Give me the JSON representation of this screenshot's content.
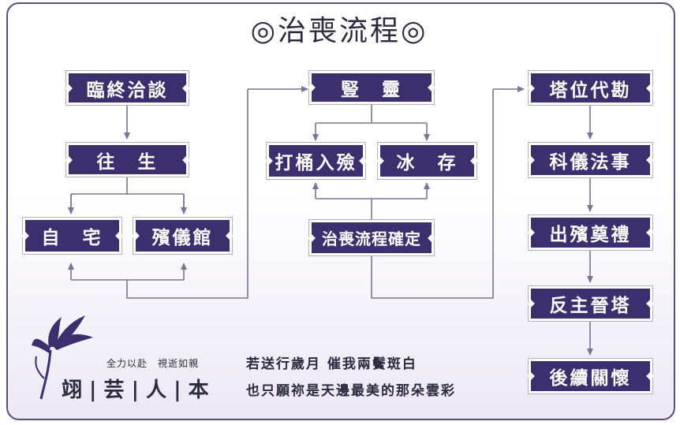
{
  "title": "◎治喪流程◎",
  "column1": {
    "step1": "臨終洽談",
    "step2": "往　生",
    "option_home": "自　宅",
    "option_funeral_home": "殯儀館"
  },
  "column2": {
    "step1": "豎　靈",
    "option_coffin": "打桶入殮",
    "option_freeze": "冰　存",
    "confirm": "治喪流程確定"
  },
  "column3": {
    "step1": "塔位代勘",
    "step2": "科儀法事",
    "step3": "出殯奠禮",
    "step4": "反主晉塔",
    "step5": "後續關懷"
  },
  "logo": {
    "tagline": "全力以赴　視逝如親",
    "name": "翊 | 芸 | 人 | 本"
  },
  "poem": {
    "line1": "若送行歲月 催我兩鬢斑白",
    "line2": "也只願祢是天邊最美的那朵雲彩"
  },
  "colors": {
    "box_fill": "#3c2f6e",
    "connector": "#7a7596",
    "frame": "#5a4f7c"
  }
}
